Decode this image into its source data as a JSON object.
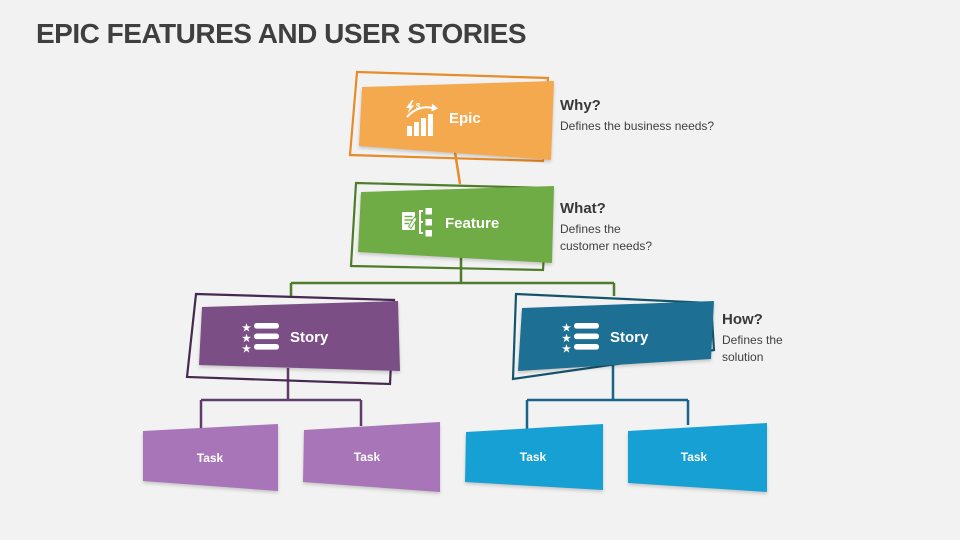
{
  "title": "EPIC FEATURES AND USER STORIES",
  "nodes": {
    "epic": {
      "label": "Epic",
      "icon": "growth-chart-icon"
    },
    "feature": {
      "label": "Feature",
      "icon": "feature-breakdown-icon"
    },
    "story_left": {
      "label": "Story",
      "icon": "story-list-icon"
    },
    "story_right": {
      "label": "Story",
      "icon": "story-list-icon"
    },
    "tasks": [
      {
        "label": "Task"
      },
      {
        "label": "Task"
      },
      {
        "label": "Task"
      },
      {
        "label": "Task"
      }
    ]
  },
  "annotations": {
    "why": {
      "heading": "Why?",
      "body": "Defines the business needs?"
    },
    "what": {
      "heading": "What?",
      "body": "Defines the customer needs?"
    },
    "how": {
      "heading": "How?",
      "body": "Defines the solution"
    }
  },
  "colors": {
    "background": "#F2F2F2",
    "title_text": "#3F3F3F",
    "annotation_text": "#3C3C3C",
    "epic_fill": "#F5A94E",
    "epic_outline": "#E78C28",
    "feature_fill": "#6FAC46",
    "feature_outline": "#4E7C2B",
    "story_left_fill": "#7B4E85",
    "story_left_outline": "#452950",
    "story_right_fill": "#1D6F93",
    "story_right_outline": "#14556E",
    "task_purple": "#A975B9",
    "task_blue": "#17A0D4",
    "connector_orange": "#E78C28",
    "connector_green": "#4E7C2B",
    "connector_purple": "#5E3B6B",
    "connector_teal": "#17658A"
  }
}
